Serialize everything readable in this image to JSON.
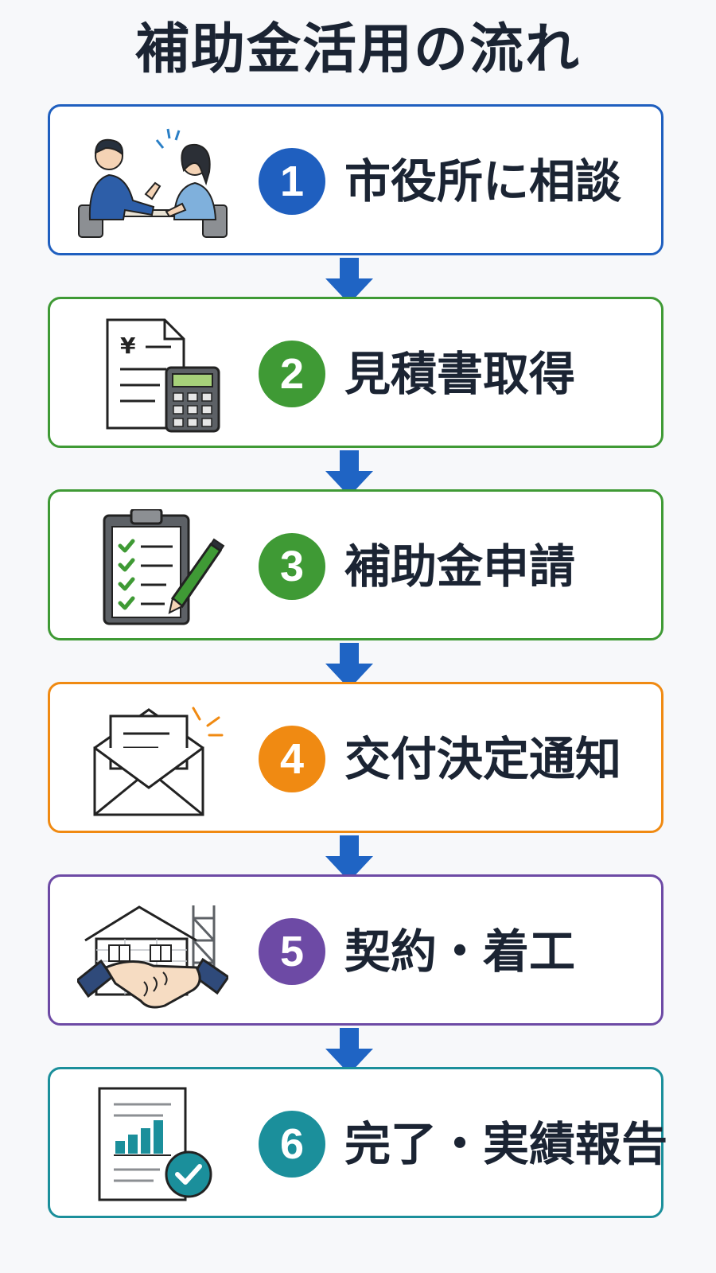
{
  "title": "補助金活用の流れ",
  "colors": {
    "blue": "#1f5fbf",
    "green": "#3f9a35",
    "orange": "#f08a12",
    "purple": "#6d4aa5",
    "teal": "#1b8f9b",
    "arrow": "#1f64c4"
  },
  "steps": [
    {
      "number": "1",
      "label": "市役所に相談",
      "color": "#1f5fbf",
      "icon": "consultation-icon"
    },
    {
      "number": "2",
      "label": "見積書取得",
      "color": "#3f9a35",
      "icon": "estimate-calculator-icon"
    },
    {
      "number": "3",
      "label": "補助金申請",
      "color": "#3f9a35",
      "icon": "clipboard-checklist-icon"
    },
    {
      "number": "4",
      "label": "交付決定通知",
      "color": "#f08a12",
      "icon": "envelope-notice-icon"
    },
    {
      "number": "5",
      "label": "契約・着工",
      "color": "#6d4aa5",
      "icon": "handshake-house-icon"
    },
    {
      "number": "6",
      "label": "完了・実績報告",
      "color": "#1b8f9b",
      "icon": "report-chart-icon"
    }
  ]
}
